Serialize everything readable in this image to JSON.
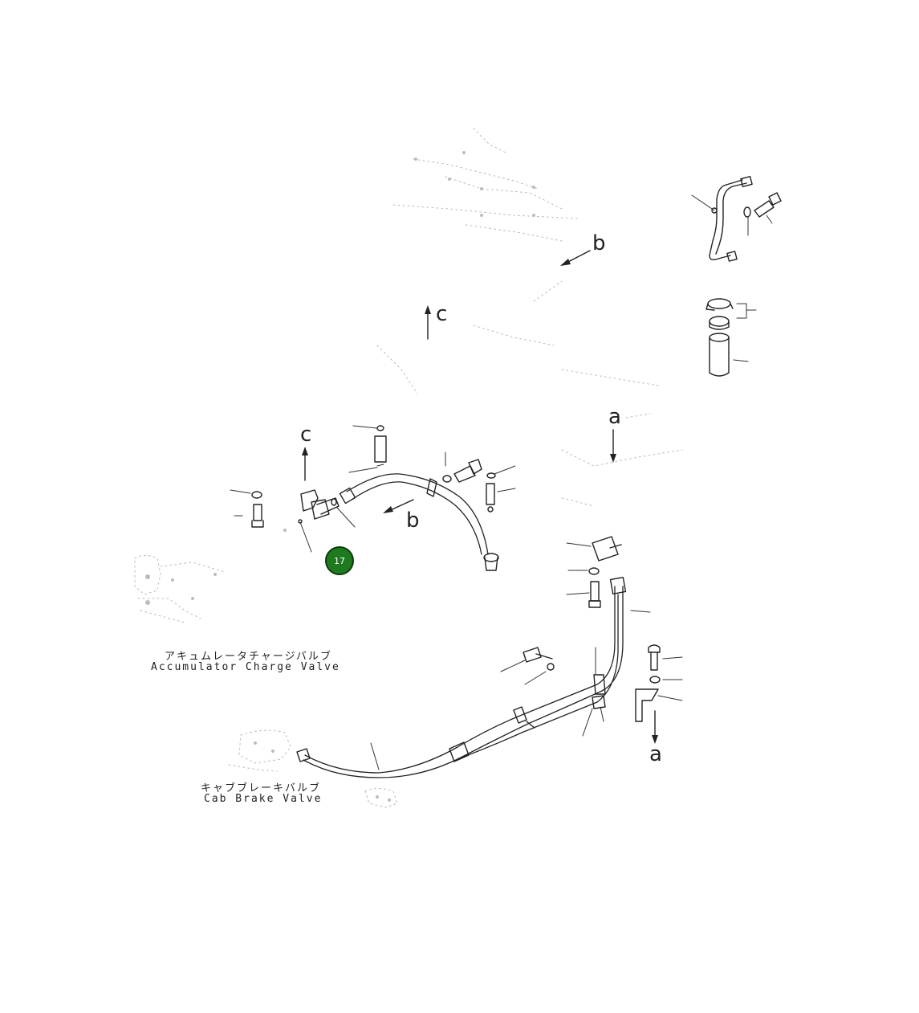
{
  "diagram": {
    "direction_labels": {
      "a_upper": "a",
      "a_lower": "a",
      "b_upper": "b",
      "b_lower": "b",
      "c_upper": "c",
      "c_lower": "c"
    },
    "captions": {
      "accumulator_jp": "アキュムレータチャージバルブ",
      "accumulator_en": "Accumulator Charge Valve",
      "cab_brake_jp": "キャブブレーキバルブ",
      "cab_brake_en": "Cab Brake Valve"
    },
    "callout_marker": {
      "number": "17",
      "color": "#1f7a1f"
    },
    "icons": [
      "arrow-icon",
      "callout-marker-icon"
    ]
  }
}
